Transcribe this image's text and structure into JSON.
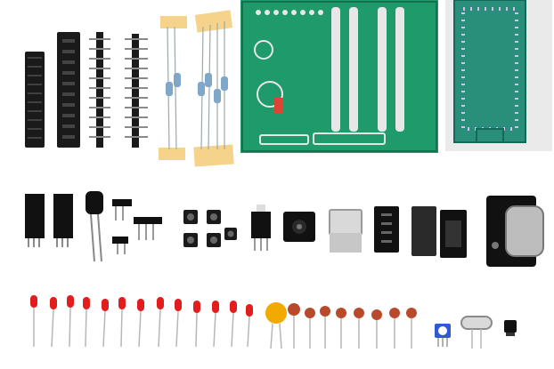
{
  "image": {
    "description_visible_text": "",
    "colors": {
      "background": "#ffffff",
      "pcb_green": "#1f9a6b",
      "socket_green": "#2a8f7a",
      "header_black": "#1a1a1a",
      "resistor_body": "#7fa7c9",
      "led_red": "#e11d1d",
      "ceramic_cap": "#b84a2b",
      "tape_yellow": "#f5d38a",
      "usb_silver": "#d9d9d9"
    },
    "components": [
      {
        "name": "female-header-single-short"
      },
      {
        "name": "female-header-single-long"
      },
      {
        "name": "male-header-strip-1"
      },
      {
        "name": "male-header-strip-2"
      },
      {
        "name": "resistor-tape-bundle-1"
      },
      {
        "name": "resistor-tape-bundle-2"
      },
      {
        "name": "green-pcb-board"
      },
      {
        "name": "zif-socket"
      },
      {
        "name": "resistor-network-sip-1"
      },
      {
        "name": "resistor-network-sip-2"
      },
      {
        "name": "electrolytic-capacitor"
      },
      {
        "name": "angled-headers"
      },
      {
        "name": "tactile-switches"
      },
      {
        "name": "push-switch"
      },
      {
        "name": "dc-jack"
      },
      {
        "name": "usb-connector"
      },
      {
        "name": "box-header"
      },
      {
        "name": "ic-with-socket"
      },
      {
        "name": "db9-connector"
      },
      {
        "name": "red-leds"
      },
      {
        "name": "yellow-ceramic-capacitor"
      },
      {
        "name": "red-ceramic-capacitors"
      },
      {
        "name": "trimmer-potentiometer"
      },
      {
        "name": "crystal-oscillator"
      },
      {
        "name": "jumper-cap"
      }
    ]
  }
}
